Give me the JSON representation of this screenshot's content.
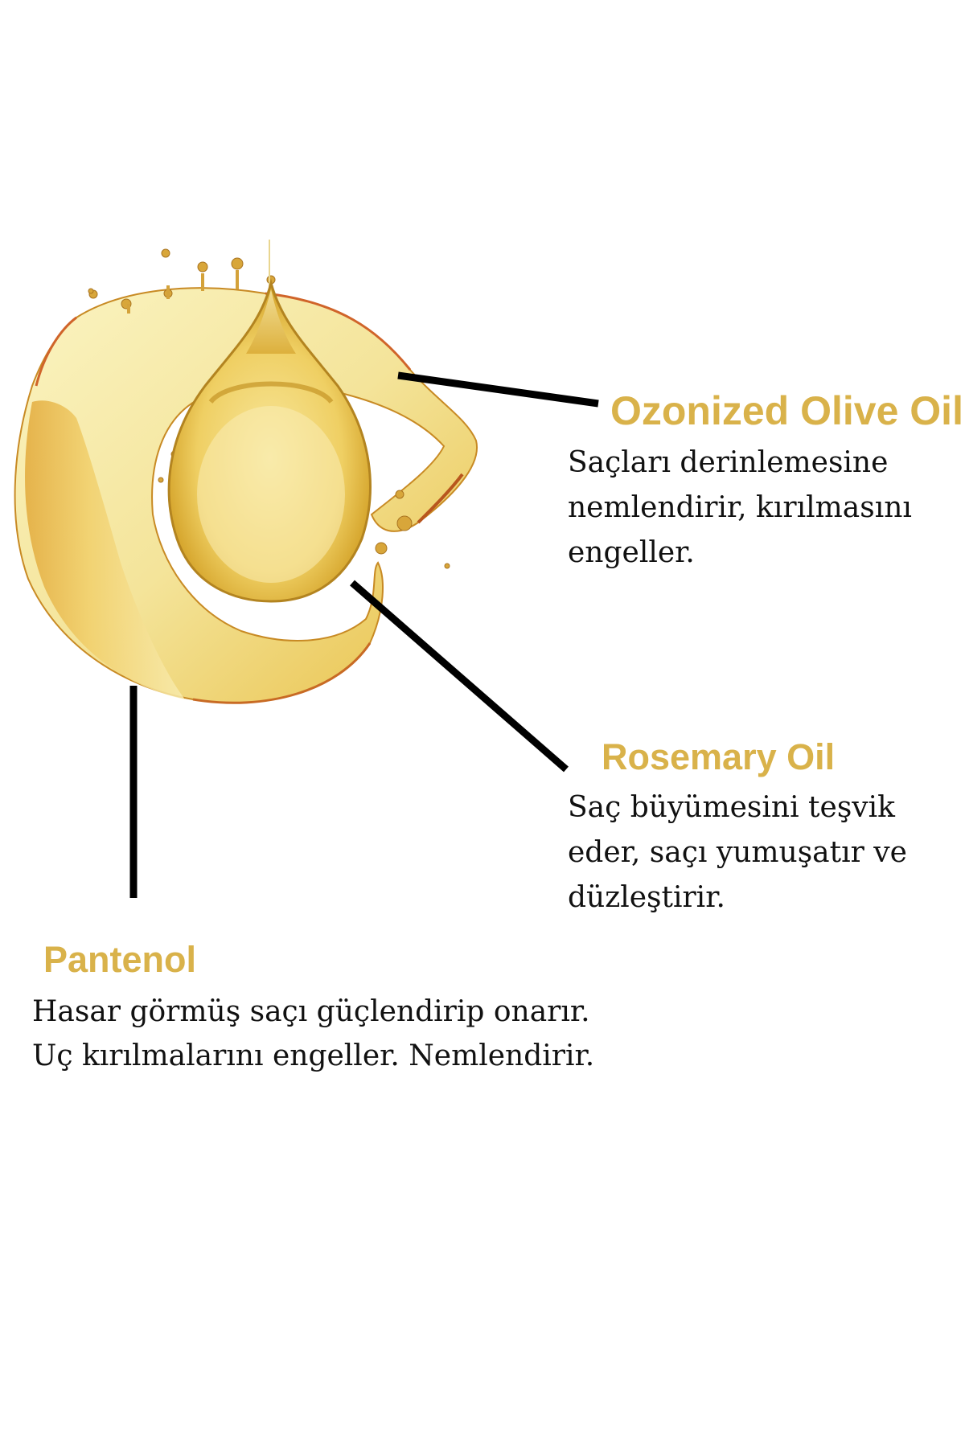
{
  "colors": {
    "title_gold": "#D9B24A",
    "body_text": "#111111",
    "leader_line": "#000000",
    "background": "#FFFFFF"
  },
  "illustration": {
    "name": "oil-drop-splash",
    "description": "Golden oil drop falling into a swirling oil splash"
  },
  "ingredients": [
    {
      "title": "Ozonized Olive Oil",
      "lines": [
        "Saçları derinlemesine",
        "nemlendirir, kırılmasını",
        "engeller."
      ]
    },
    {
      "title": "Rosemary Oil",
      "lines": [
        "Saç büyümesini teşvik",
        "eder, saçı yumuşatır ve",
        "düzleştirir."
      ]
    },
    {
      "title": "Pantenol",
      "lines": [
        "Hasar görmüş saçı güçlendirip onarır.",
        "Uç kırılmalarını engeller. Nemlendirir."
      ]
    }
  ]
}
